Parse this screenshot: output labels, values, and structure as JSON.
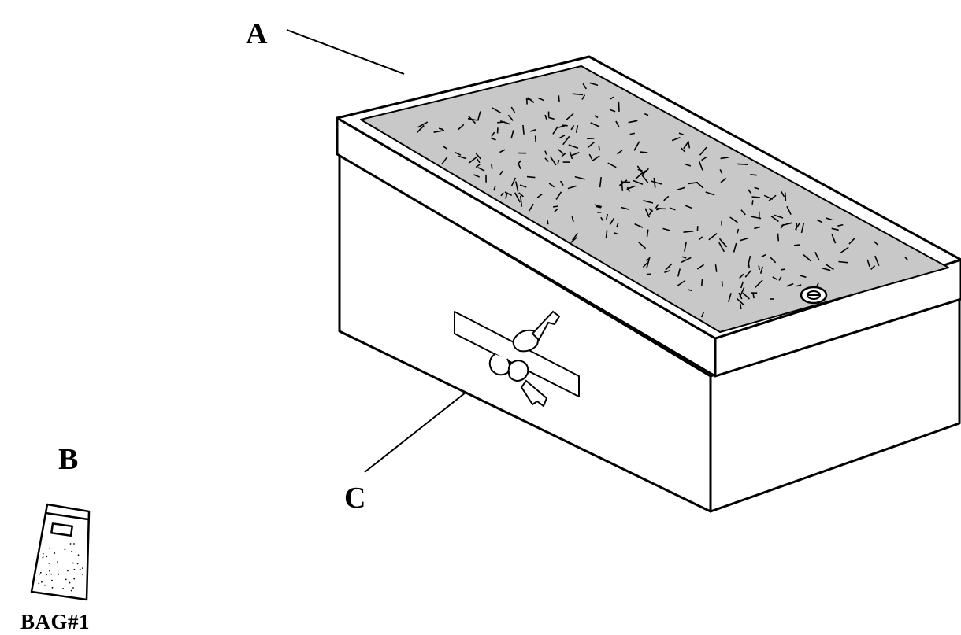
{
  "labels": {
    "a": "A",
    "b": "B",
    "c": "C",
    "bag_caption": "BAG#1"
  },
  "colors": {
    "stroke": "#000000",
    "lid_fill": "#c8c8c8",
    "background": "#ffffff"
  },
  "icons": [
    "box-with-lid-icon",
    "keys-icon",
    "lock-icon",
    "bag-icon"
  ]
}
